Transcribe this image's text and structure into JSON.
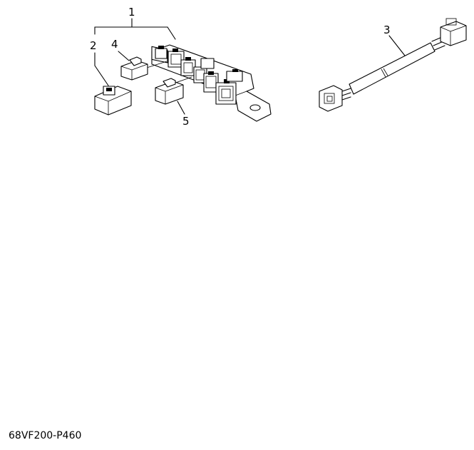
{
  "diagram": {
    "callouts": {
      "c1": "1",
      "c2": "2",
      "c3": "3",
      "c4": "4",
      "c5": "5"
    },
    "drawing_code": "68VF200-P460"
  }
}
